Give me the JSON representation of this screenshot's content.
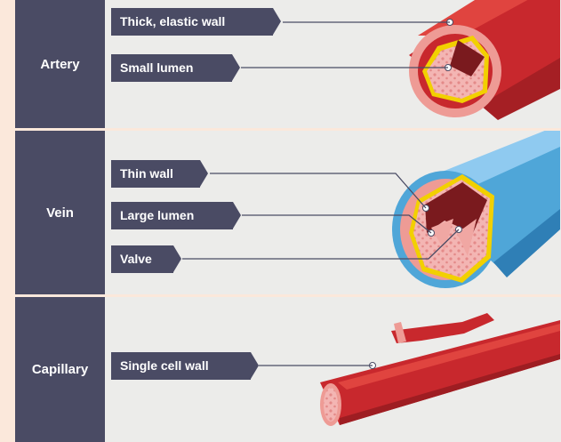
{
  "rows": [
    {
      "title": "Artery",
      "labels": [
        "Thick, elastic wall",
        "Small lumen"
      ]
    },
    {
      "title": "Vein",
      "labels": [
        "Thin wall",
        "Large lumen",
        "Valve"
      ]
    },
    {
      "title": "Capillary",
      "labels": [
        "Single cell wall"
      ]
    }
  ],
  "colors": {
    "panel": "#4a4b64",
    "background": "#ececea",
    "border": "#fbe8db",
    "artery_red": "#c8282d",
    "vein_blue": "#4fa6d8",
    "wall_yellow": "#f2d000"
  }
}
